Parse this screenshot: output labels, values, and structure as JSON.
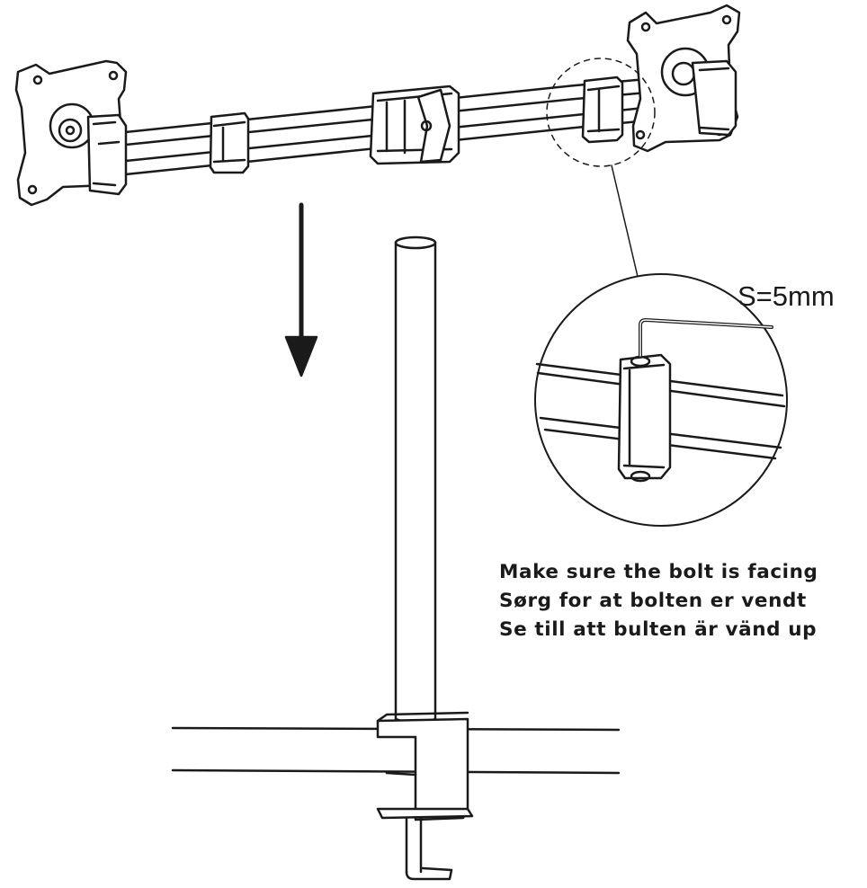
{
  "callout": {
    "tool_size": "S=5mm"
  },
  "instructions": [
    "Make sure the bolt is facing",
    "Sørg for at bolten er vendt",
    "Se till att bulten är vänd up"
  ],
  "colors": {
    "line": "#1a1a1a",
    "background": "#ffffff"
  },
  "icons": {
    "arrow": "arrow-down-icon",
    "hex_key": "hex-key-icon"
  }
}
